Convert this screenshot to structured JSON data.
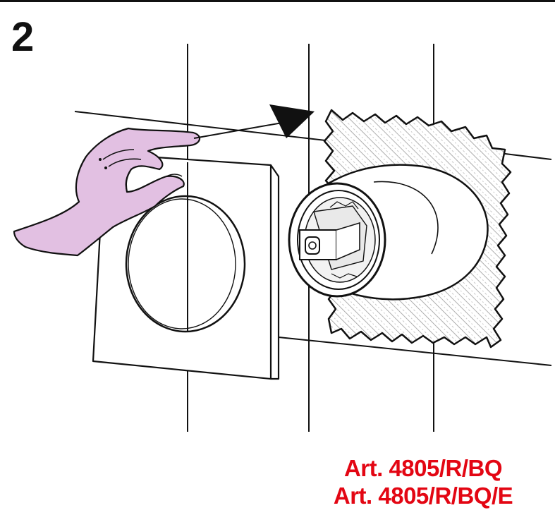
{
  "step": {
    "number": "2"
  },
  "articles": [
    "Art. 4805/R/BQ",
    "Art. 4805/R/BQ/E"
  ],
  "colors": {
    "line": "#111111",
    "hand": "#e2c0e2",
    "article_text": "#e30613",
    "hatch": "#9a9a9a"
  },
  "icons": [
    "hand-icon",
    "push-arrow-icon"
  ]
}
